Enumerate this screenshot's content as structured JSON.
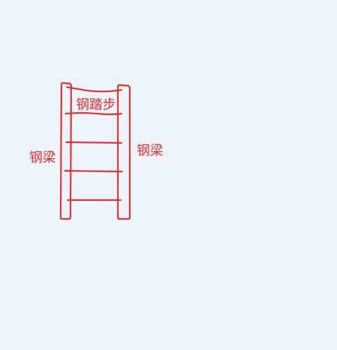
{
  "colors": {
    "background": "#eef4fc",
    "ink": "#ec2a2a"
  },
  "labels": {
    "left_beam": "钢梁",
    "right_beam": "钢梁",
    "tread": "钢踏步"
  }
}
